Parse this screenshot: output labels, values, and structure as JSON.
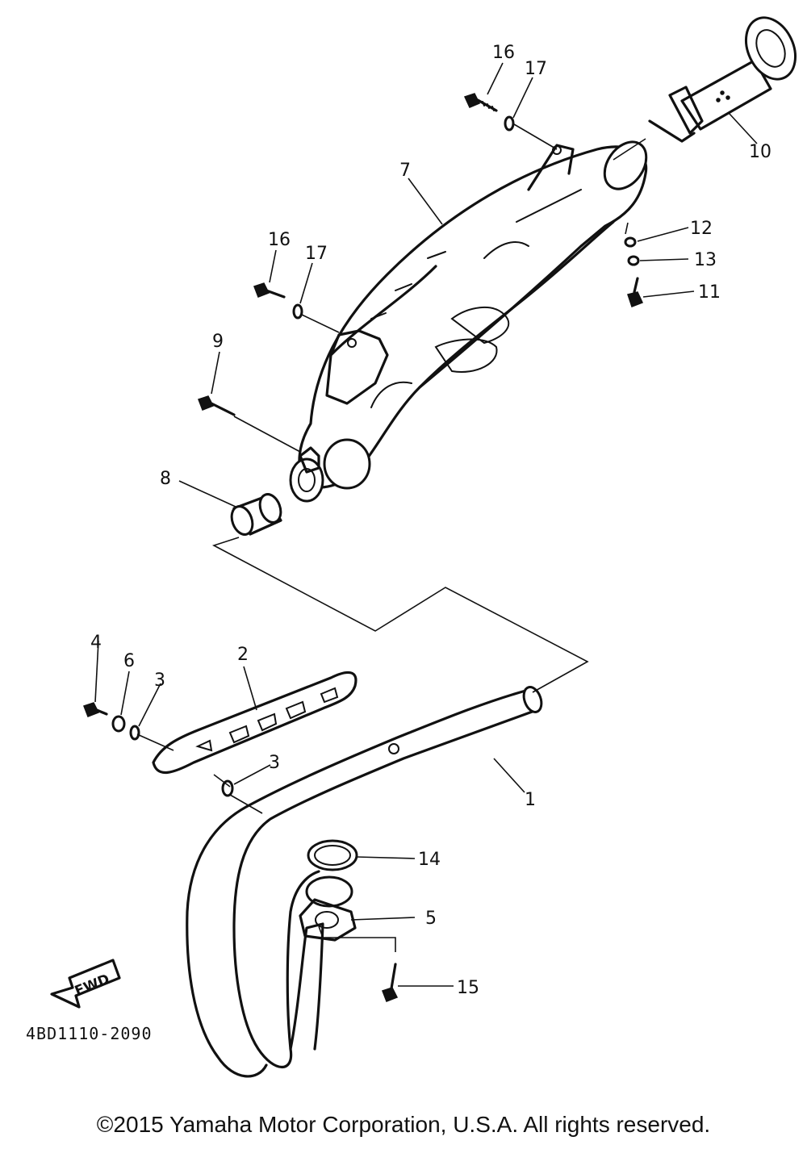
{
  "callouts": {
    "c1": "1",
    "c2": "2",
    "c3a": "3",
    "c3b": "3",
    "c4": "4",
    "c5": "5",
    "c6": "6",
    "c7": "7",
    "c8": "8",
    "c9": "9",
    "c10": "10",
    "c11": "11",
    "c12": "12",
    "c13": "13",
    "c14": "14",
    "c15": "15",
    "c16a": "16",
    "c16b": "16",
    "c17a": "17",
    "c17b": "17"
  },
  "fwd_label": "FWD",
  "diagram_code": "4BD1110-2090",
  "copyright": "©2015 Yamaha Motor Corporation, U.S.A. All rights reserved."
}
